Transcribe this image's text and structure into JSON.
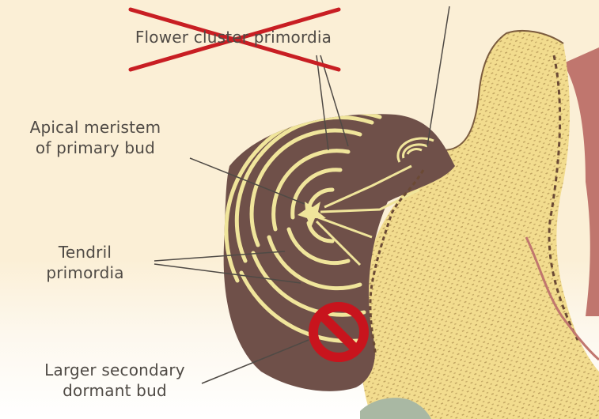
{
  "labels": {
    "flower_cluster": "Flower cluster primordia",
    "apical_line1": "Apical meristem",
    "apical_line2": "of primary bud",
    "tendril_line1": "Tendril",
    "tendril_line2": "primordia",
    "secondary_line1": "Larger secondary",
    "secondary_line2": "dormant bud"
  },
  "colors": {
    "background_cream": "#fbefd6",
    "bud_brown": "#6f5049",
    "primordia_yellow": "#f0e59b",
    "tissue_yellow": "#f2dc8e",
    "stipple": "#b49556",
    "reddish_tissue": "#c0766e",
    "cross_out_red": "#c81e23",
    "no_symbol_red": "#c8141d",
    "label_text": "#4f4a45"
  },
  "icons": {
    "strike": "cross-out-mark",
    "prohibit": "no-symbol-icon"
  }
}
